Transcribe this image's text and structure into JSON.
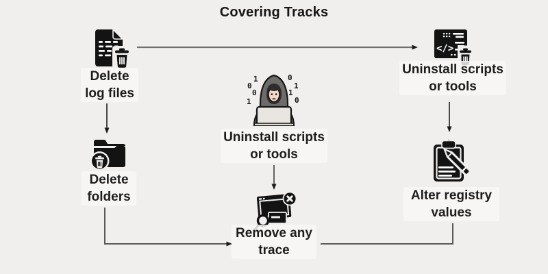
{
  "title": "Covering Tracks",
  "colors": {
    "background": "#f0efed",
    "text": "#1d1d1d",
    "line": "#5a5a5a",
    "arrowhead": "#1c1c1c",
    "icon_fill": "#131313",
    "hood_gray": "#6d6c6b",
    "face_skin": "#f5d8c5",
    "laptop_gray": "#e9e5e1"
  },
  "nodes": {
    "delete_log_files": {
      "label": "Delete log files",
      "icon": "file-trash-icon"
    },
    "delete_folders": {
      "label": "Delete folders",
      "icon": "folder-trash-icon"
    },
    "hacker_uninstall": {
      "label": "Uninstall scripts or tools",
      "icon": "hacker-icon"
    },
    "remove_trace": {
      "label": "Remove any trace",
      "icon": "windows-remove-icon"
    },
    "uninstall_tools": {
      "label": "Uninstall scripts or tools",
      "icon": "code-trash-icon"
    },
    "alter_registry": {
      "label": "Alter registry values",
      "icon": "clipboard-pencil-icon"
    }
  },
  "icons": {
    "code_glyph": "</>",
    "binary_digits": [
      "1",
      "0",
      "0",
      "1",
      "0",
      "1",
      "1",
      "0"
    ]
  },
  "connections": [
    {
      "from": "delete_log_files",
      "to": "uninstall_tools",
      "arrowhead": true
    },
    {
      "from": "delete_log_files",
      "to": "delete_folders",
      "arrowhead": true
    },
    {
      "from": "delete_folders",
      "to": "remove_trace",
      "arrowhead": true
    },
    {
      "from": "hacker_uninstall",
      "to": "remove_trace",
      "arrowhead": true
    },
    {
      "from": "uninstall_tools",
      "to": "alter_registry",
      "arrowhead": true
    },
    {
      "from": "alter_registry",
      "to": "remove_trace",
      "arrowhead": false
    }
  ]
}
